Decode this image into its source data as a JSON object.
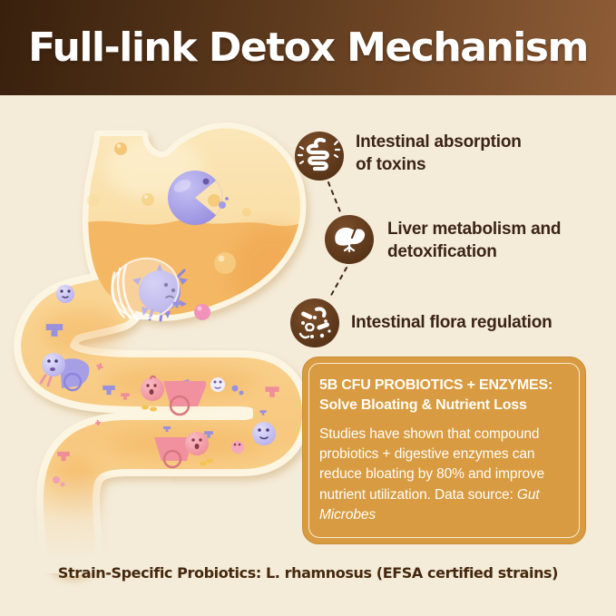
{
  "header": {
    "title": "Full-link Detox Mechanism"
  },
  "features": [
    {
      "icon": "intestine-icon",
      "label": "Intestinal absorption\nof toxins"
    },
    {
      "icon": "liver-icon",
      "label": "Liver metabolism and\ndetoxification"
    },
    {
      "icon": "flora-icon",
      "label": "Intestinal flora regulation"
    }
  ],
  "info_box": {
    "heading": "5B CFU PROBIOTICS + ENZYMES:\nSolve Bloating & Nutrient Loss",
    "body_text": "Studies have shown that compound probiotics + digestive enzymes can reduce bloating by 80% and improve nutrient utilization. Data source: ",
    "body_source": "Gut Microbes"
  },
  "footer": {
    "caption": "Strain-Specific Probiotics: L. rhamnosus (EFSA certified strains)"
  },
  "colors": {
    "header_gradient_left": "#38200D",
    "header_gradient_right": "#8F5D37",
    "background": "#F4EBD8",
    "icon_circle_brown": "#5C3517",
    "accent_gold": "#D89B41",
    "label_text": "#3B2416",
    "footer_text": "#45280E",
    "tract_fill": "#F8CE86",
    "tract_outline": "#FCF5E1",
    "stomach_liquid": "#F4B763",
    "character_purple": "#A79FE6",
    "character_pink": "#F191A0"
  }
}
